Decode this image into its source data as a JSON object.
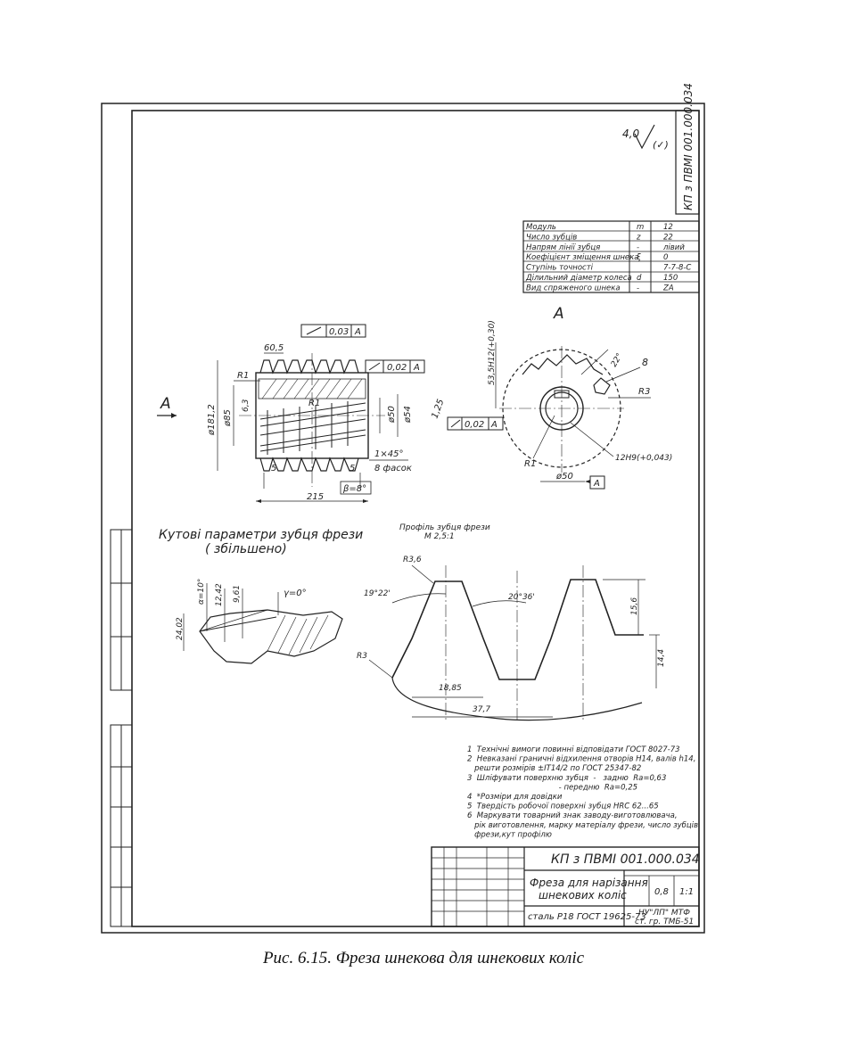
{
  "stamp_vertical": "КП з ПВМІ 001.000.034",
  "roughness": {
    "value": "4,0",
    "mark": "(✓)"
  },
  "params_table": [
    {
      "name": "Модуль",
      "symbol": "m",
      "value": "12"
    },
    {
      "name": "Число зубців",
      "symbol": "z",
      "value": "22"
    },
    {
      "name": "Напрям лінії зубця",
      "symbol": "-",
      "value": "лівий"
    },
    {
      "name": "Коефіцієнт зміщення шнека",
      "symbol": "ξ",
      "value": "0"
    },
    {
      "name": "Ступінь точності",
      "symbol": "",
      "value": "7-7-8-С"
    },
    {
      "name": "Ділильний діаметр колеса",
      "symbol": "d",
      "value": "150"
    },
    {
      "name": "Вид спряженого шнека",
      "symbol": "-",
      "value": "ZA"
    }
  ],
  "view_label": "A",
  "arrow_label": "A",
  "main_view": {
    "tol_runout_1": "0,03",
    "tol_runout_1_ref": "A",
    "tol_runout_2": "0,02",
    "tol_runout_2_ref": "A",
    "tol_runout_3": "0,02",
    "tol_runout_3_ref": "A",
    "dim_60_5": "60,5",
    "dim_r1_top": "R1",
    "dim_r1_mid": "R1",
    "dim_6_3": "6,3",
    "dim_d181_2": "ø181,2",
    "dim_d85": "ø85",
    "dim_d50": "ø50",
    "dim_d54": "ø54",
    "dim_1_25": "1,25",
    "dim_5_left": "5",
    "dim_5_right": "5",
    "dim_chamfer": "1×45°",
    "dim_chamfer_note": "8 фасок",
    "dim_beta": "β=8°",
    "dim_215": "215"
  },
  "section_a": {
    "dim_53_5": "53,5Н12(+0,30)",
    "dim_22": "22°",
    "dim_8": "8",
    "dim_r3": "R3",
    "dim_12h9": "12Н9(+0,043)",
    "dim_r1": "R1",
    "dim_d50": "ø50",
    "datum_a": "A"
  },
  "angle_section": {
    "title_line1": "Кутові параметри зубця фрези",
    "title_line2": "( збільшено)",
    "alpha": "α=10°",
    "dim_12_42": "12,42",
    "dim_9_61": "9,61",
    "gamma": "γ=0°",
    "dim_24_02": "24,02"
  },
  "profile": {
    "title_line1": "Профіль зубця фрези",
    "title_line2": "М 2,5:1",
    "r3_6": "R3,6",
    "angle_left": "19°22'",
    "angle_right": "20°36'",
    "dim_15_6": "15,6",
    "r3": "R3",
    "dim_14_4": "14,4",
    "dim_18_85": "18,85",
    "dim_37_7": "37,7"
  },
  "notes": [
    "1  Технічні вимоги повинні відповідати ГОСТ 8027-73",
    "2  Невказані граничні відхилення отворів Н14, валів h14,",
    "   решти розмірів ±IT14/2 по ГОСТ 25347-82",
    "3  Шліфувати поверхню зубця  -   задню  Ra=0,63",
    "                                      - передню  Ra=0,25",
    "4  *Розміри для довідки",
    "5  Твердість робочої поверхні зубця HRC 62...65",
    "6  Маркувати товарний знак заводу-виготовлювача,",
    "   рік виготовлення, марку матеріалу фрези, число зубців",
    "   фрези,кут профілю"
  ],
  "title_block": {
    "doc_code": "КП з ПВМІ 001.000.034",
    "name_line1": "Фреза для нарізання",
    "name_line2": "шнекових коліс",
    "mass": "0,8",
    "scale": "1:1",
    "material": "сталь Р18 ГОСТ 19625-73",
    "org_line1": "НУ\"ЛП\" МТФ",
    "org_line2": "ст. гр. ТМБ-51"
  },
  "caption": "Рис. 6.15. Фреза шнекова для шнекових коліс"
}
